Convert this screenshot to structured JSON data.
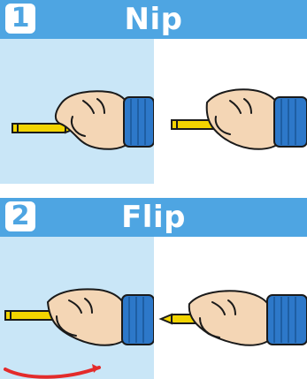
{
  "steps": [
    {
      "number": "1",
      "title": "Nip"
    },
    {
      "number": "2",
      "title": "Flip"
    }
  ],
  "colors": {
    "header_blue": "#4ea5e2",
    "panel_light_blue": "#c9e6f7",
    "sleeve_blue": "#2d78c9",
    "skin": "#f4d6b5",
    "pencil_yellow": "#f2d400",
    "arrow_red": "#e32b2b"
  },
  "icons": {
    "hand": "hand-illustration",
    "pencil": "pencil-illustration",
    "sleeve": "sleeve-cuff-illustration",
    "arrow": "rotation-arrow"
  }
}
